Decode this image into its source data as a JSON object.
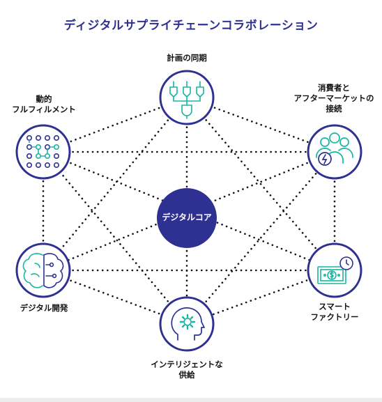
{
  "title": "ディジタルサプライチェーンコラボレーション",
  "center": {
    "label": "デジタルコア"
  },
  "nodes": {
    "planning": {
      "line1": "計画の同期",
      "icon": "circuit-flask-icon"
    },
    "fulfillment": {
      "line1": "動的",
      "line2": "フルフィルメント",
      "icon": "dot-grid-icon"
    },
    "aftermarket": {
      "line1": "消費者と",
      "line2": "アフターマーケットの",
      "line3": "接続",
      "icon": "people-lightning-icon"
    },
    "development": {
      "line1": "デジタル開発",
      "icon": "brain-icon"
    },
    "factory": {
      "line1": "スマート",
      "line2": "ファクトリー",
      "icon": "money-clock-icon"
    },
    "supply": {
      "line1": "インテリジェントな",
      "line2": "供給",
      "icon": "head-gear-icon"
    }
  },
  "colors": {
    "navy": "#2e3092",
    "teal": "#17b6a4",
    "dots": "#111111"
  }
}
